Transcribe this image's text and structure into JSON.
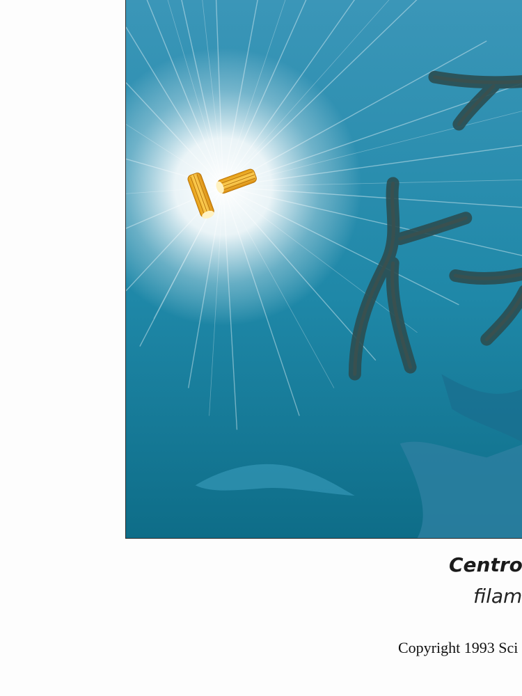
{
  "figure": {
    "icon": "centrosome-illustration",
    "colors": {
      "background_top": "#2f8fb3",
      "background_bottom": "#0d6a86",
      "chromosome_outline": "#c2643a",
      "chromosome_fill": "#2b4e52",
      "centriole": "#f2b629",
      "glow": "#ffffff"
    }
  },
  "caption": {
    "title": "Centros",
    "subtitle": "filam"
  },
  "copyright": "Copyright 1993 Sci"
}
